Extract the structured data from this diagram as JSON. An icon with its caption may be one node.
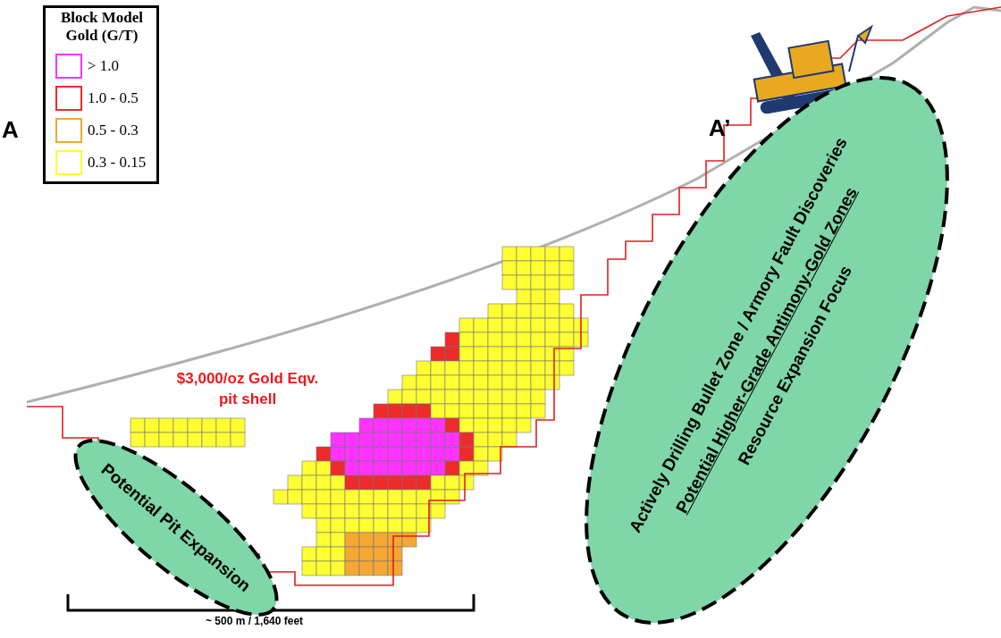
{
  "diagram": {
    "nodes": [
      {
        "text": [
          "Potential Pit Expansion"
        ]
      },
      {
        "text": [
          "Actively Drilling Bullet Zone / Armory Fault Discoveries",
          "Potential Higher-Grade Antimony-Gold Zones",
          "Resource Expansion Focus"
        ]
      }
    ],
    "labels": [
      "Block Model Gold (G/T)",
      "A",
      "A’",
      "$3,000/oz Gold Eqv. pit shell",
      "~ 500 m / 1,640 feet"
    ],
    "legend": [
      {
        "text": "> 1.0",
        "color": "#ff33ff"
      },
      {
        "text": "1.0 - 0.5",
        "color": "#ee2b2b"
      },
      {
        "text": "0.5 - 0.3",
        "color": "#f5a733"
      },
      {
        "text": "0.3 - 0.15",
        "color": "#ffff33"
      }
    ]
  }
}
